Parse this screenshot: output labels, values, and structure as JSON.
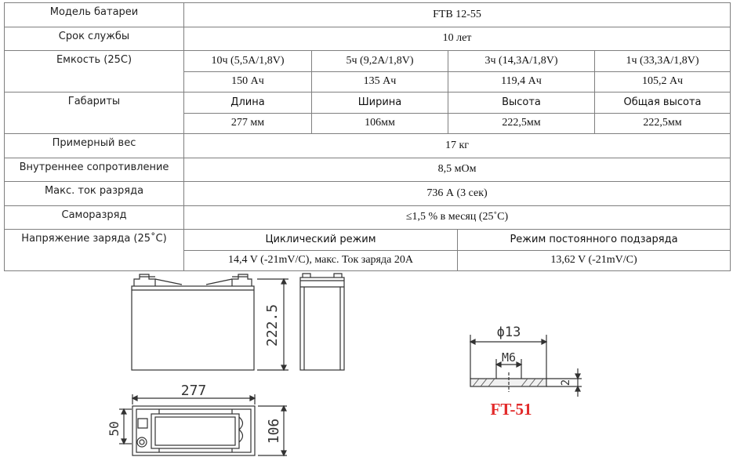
{
  "table": {
    "model": {
      "label": "Модель батареи",
      "value": "FTB 12-55"
    },
    "life": {
      "label": "Срок службы",
      "value": "10 лет"
    },
    "capacity": {
      "label": "Емкость (25С)",
      "rates": [
        "10ч (5,5А/1,8V)",
        "5ч (9,2А/1,8V)",
        "3ч (14,3А/1,8V)",
        "1ч (33,3А/1,8V)"
      ],
      "values": [
        "150 Ач",
        "135 Ач",
        "119,4 Ач",
        "105,2 Ач"
      ]
    },
    "dimensions": {
      "label": "Габариты",
      "headers": [
        "Длина",
        "Ширина",
        "Высота",
        "Общая высота"
      ],
      "values": [
        "277 мм",
        "106мм",
        "222,5мм",
        "222,5мм"
      ]
    },
    "weight": {
      "label": "Примерный вес",
      "value": "17 кг"
    },
    "resistance": {
      "label": "Внутреннее сопротивление",
      "value": "8,5 мОм"
    },
    "max_current": {
      "label": "Макс. ток разряда",
      "value": "736 А (3 сек)"
    },
    "self_discharge": {
      "label": "Саморазряд",
      "value": "≤1,5 % в месяц (25˚С)"
    },
    "charge": {
      "label": "Напряжение заряда (25˚С)",
      "modes": [
        "Циклический режим",
        "Режим постоянного подзаряда"
      ],
      "values": [
        "14,4 V (-21mV/C), макс. Ток заряда 20А",
        "13,62 V (-21mV/C)"
      ]
    }
  },
  "drawing": {
    "height_dim": "222.5",
    "length_dim": "277",
    "width_dim": "106",
    "offset_dim": "50",
    "terminal_diameter": "ϕ13",
    "thread": "M6",
    "terminal_height": "2",
    "terminal_type": "FT-51"
  }
}
